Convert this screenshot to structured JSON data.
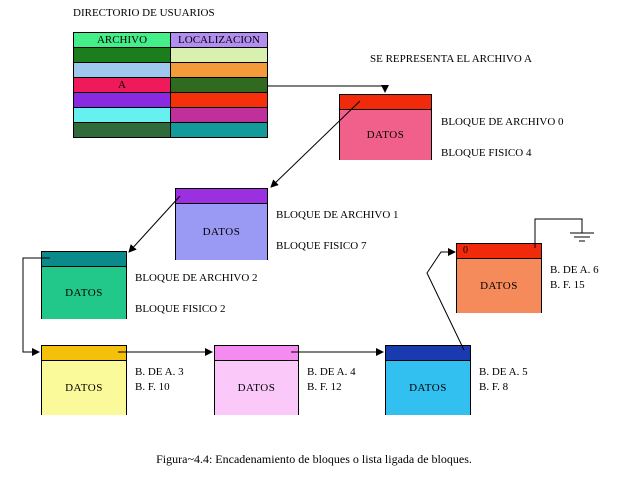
{
  "directory": {
    "title": "DIRECTORIO DE USUARIOS",
    "headers": {
      "archivo": "ARCHIVO",
      "localizacion": "LOCALIZACION"
    },
    "rows": [
      {
        "archivo": "",
        "localizacion": ""
      },
      {
        "archivo": "",
        "localizacion": ""
      },
      {
        "archivo": "A",
        "localizacion": ""
      },
      {
        "archivo": "",
        "localizacion": ""
      },
      {
        "archivo": "",
        "localizacion": ""
      },
      {
        "archivo": "",
        "localizacion": ""
      }
    ],
    "row_colors": [
      [
        "#1b7d1b",
        "#d8f0b0"
      ],
      [
        "#9fc8ee",
        "#f39a3a"
      ],
      [
        "#ee1a5a",
        "#2f6a1f"
      ],
      [
        "#8a2ae0",
        "#f5300a"
      ],
      [
        "#66f0f0",
        "#c0309a"
      ],
      [
        "#2f6a3a",
        "#139a9a"
      ]
    ],
    "header_colors": [
      "#44ee88",
      "#b28ef0"
    ]
  },
  "subtitle": "SE REPRESENTA EL ARCHIVO  A",
  "blocks": [
    {
      "body": "DATOS",
      "header_color": "#f02a0a",
      "body_color": "#f0608a",
      "mark": "",
      "label1": "BLOQUE DE ARCHIVO 0",
      "label2": "BLOQUE FISICO 4"
    },
    {
      "body": "DATOS",
      "header_color": "#9a30e0",
      "body_color": "#9a9af5",
      "mark": "",
      "label1": "BLOQUE DE ARCHIVO 1",
      "label2": "BLOQUE FISICO 7"
    },
    {
      "body": "DATOS",
      "header_color": "#0a8a8a",
      "body_color": "#22c88a",
      "mark": "",
      "label1": "BLOQUE DE ARCHIVO 2",
      "label2": "BLOQUE FISICO 2"
    },
    {
      "body": "DATOS",
      "header_color": "#f5c00a",
      "body_color": "#fafa9a",
      "mark": "",
      "label1": "B. DE A. 3",
      "label2": "B. F. 10"
    },
    {
      "body": "DATOS",
      "header_color": "#f58af0",
      "body_color": "#fbc8fa",
      "mark": "",
      "label1": "B. DE A. 4",
      "label2": "B. F. 12"
    },
    {
      "body": "DATOS",
      "header_color": "#1a3ab0",
      "body_color": "#32c0f0",
      "mark": "",
      "label1": "B. DE A. 5",
      "label2": "B. F. 8"
    },
    {
      "body": "DATOS",
      "header_color": "#f02a0a",
      "body_color": "#f58a5a",
      "mark": "0",
      "label1": "B. DE A. 6",
      "label2": "B. F. 15"
    }
  ],
  "caption": "Figura~4.4: Encadenamiento de bloques o lista ligada de bloques."
}
